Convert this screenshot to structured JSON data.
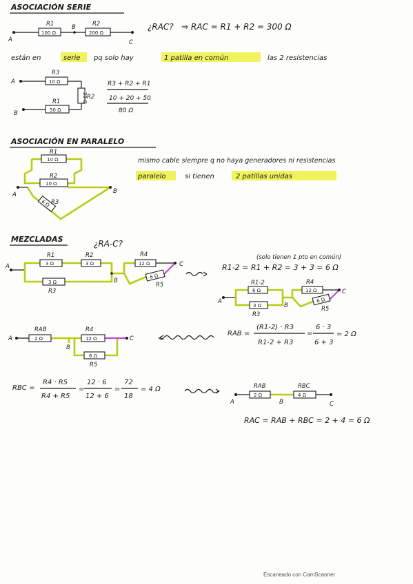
{
  "sections": {
    "serie": {
      "title": "ASOCIACIÓN  SERIE",
      "question": "¿RAC?",
      "formula": "⇒ RAC = R1 + R2 = 300 Ω",
      "explain": {
        "part1": "están  en",
        "hl1": "serie",
        "part2": "pq  solo  hay",
        "hl2": "1  patilla  en  común",
        "part3": "las  2  resistencias"
      },
      "circuit1": {
        "node_a": "A",
        "node_b": "B",
        "node_c": "C",
        "r1_name": "R1",
        "r1_value": "100 Ω",
        "r2_name": "R2",
        "r2_value": "200 Ω"
      },
      "circuit2": {
        "node_a": "A",
        "node_b": "B",
        "r3_name": "R3",
        "r3_value": "10 Ω",
        "r2_name": "R2",
        "r2_value": "20 Ω",
        "r1_name": "R1",
        "r1_value": "50 Ω",
        "sum_line1": "R3 + R2 + R1",
        "sum_line2": "10 + 20 + 50",
        "sum_result": "80 Ω"
      }
    },
    "paralelo": {
      "title": "ASOCIACIÓN  EN  PARALELO",
      "text_line1": "mismo  cable  siempre  q  no  haya  generadores  ni  resistencias",
      "hl1": "paralelo",
      "text_mid": "si  tienen",
      "hl2": "2  patillas  unidas",
      "circuit": {
        "node_a": "A",
        "node_b": "B",
        "r1_name": "R1",
        "r1_value": "10 Ω",
        "r2_name": "R2",
        "r2_value": "10 Ω",
        "r3_name": "R3",
        "r3_value": "6 Ω"
      }
    },
    "mezcladas": {
      "title": "MEZCLADAS",
      "question": "¿RA-C?",
      "note": "(solo  tienen  1  pto  en  común)",
      "r12_formula": "R1-2 = R1 + R2 = 3 + 3 = 6 Ω",
      "circuit1": {
        "node_a": "A",
        "node_b": "B",
        "node_c": "C",
        "r1_name": "R1",
        "r1_value": "3 Ω",
        "r2_name": "R2",
        "r2_value": "3 Ω",
        "r3_name": "R3",
        "r3_value": "3 Ω",
        "r4_name": "R4",
        "r4_value": "12 Ω",
        "r5_name": "R5",
        "r5_value": "6 Ω"
      },
      "circuit2": {
        "node_a": "A",
        "node_b": "B",
        "node_c": "C",
        "r12_name": "R1-2",
        "r12_value": "6 Ω",
        "r3_name": "R3",
        "r3_value": "3 Ω",
        "r4_name": "R4",
        "r4_value": "12 Ω",
        "r5_name": "R5",
        "r5_value": "6 Ω"
      },
      "rab_formula": {
        "lhs": "RAB =",
        "num": "(R1-2) · R3",
        "den": "R1-2 + R3",
        "num2": "6 · 3",
        "den2": "6 + 3",
        "result": "= 2 Ω"
      },
      "circuit3": {
        "node_a": "A",
        "node_b": "B",
        "node_c": "C",
        "rab_name": "RAB",
        "rab_value": "2 Ω",
        "r4_name": "R4",
        "r4_value": "12 Ω",
        "r5_name": "R5",
        "r5_value": "6 Ω"
      },
      "rbc_formula": {
        "lhs": "RBC =",
        "num": "R4 · R5",
        "den": "R4 + R5",
        "num2": "12 · 6",
        "den2": "12 + 6",
        "num3": "72",
        "den3": "18",
        "result": "= 4 Ω"
      },
      "circuit4": {
        "node_a": "A",
        "node_b": "B",
        "node_c": "C",
        "rab_name": "RAB",
        "rab_value": "2 Ω",
        "rbc_name": "RBC",
        "rbc_value": "4 Ω"
      },
      "final_formula": "RAC = RAB + RBC = 2 + 4 = 6 Ω"
    }
  },
  "footer": "Escaneado con CamScanner"
}
